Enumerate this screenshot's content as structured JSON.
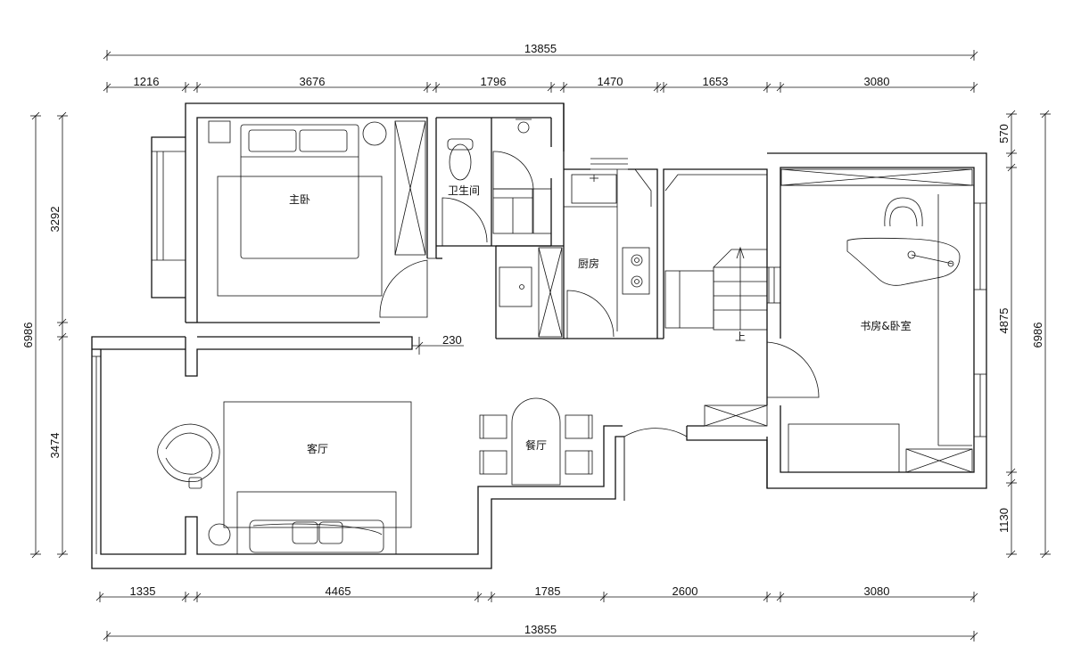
{
  "dimensions": {
    "top_total": "13855",
    "top": [
      "1216",
      "3676",
      "1796",
      "1470",
      "1653",
      "3080"
    ],
    "bottom": [
      "1335",
      "4465",
      "1785",
      "2600",
      "3080"
    ],
    "bottom_total": "13855",
    "left_total": "6986",
    "left": [
      "3292",
      "3474"
    ],
    "right": [
      "570",
      "4875",
      "1130"
    ],
    "right_total": "6986",
    "wall_note": "230"
  },
  "rooms": {
    "master_bedroom": "主卧",
    "bathroom": "卫生间",
    "kitchen": "厨房",
    "study_bedroom": "书房&卧室",
    "living_room": "客厅",
    "dining_room": "餐厅"
  },
  "stair_label": "上"
}
